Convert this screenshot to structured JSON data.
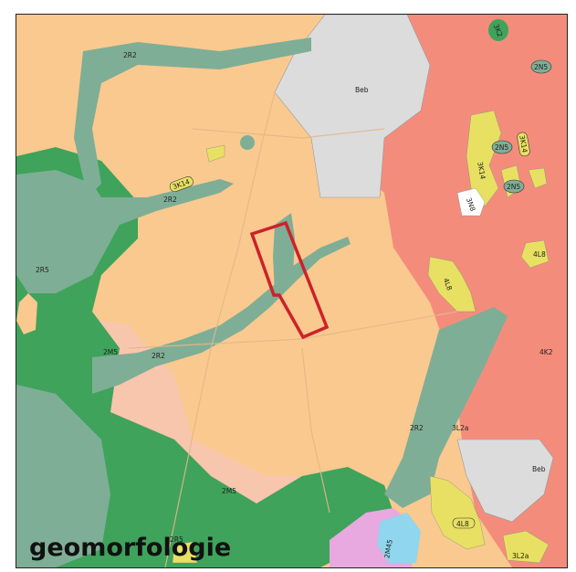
{
  "map": {
    "title": "geomorfologie",
    "colors": {
      "base": "#f9c98f",
      "valley": "#7fae96",
      "forest": "#3fa35b",
      "salmon": "#f48c7c",
      "pink": "#f8c6ad",
      "yellow": "#e8e062",
      "urban": "#dcdcdc",
      "outline": "#cc2229"
    },
    "labels": [
      {
        "id": "2r2-top",
        "text": "2R2"
      },
      {
        "id": "beb-top",
        "text": "Beb"
      },
      {
        "id": "3k2",
        "text": "3K2"
      },
      {
        "id": "2n5-a",
        "text": "2N5"
      },
      {
        "id": "3k14-a",
        "text": "3K14"
      },
      {
        "id": "2n5-b",
        "text": "2N5"
      },
      {
        "id": "3k14-b",
        "text": "3K14"
      },
      {
        "id": "2n5-c",
        "text": "2N5"
      },
      {
        "id": "3n8",
        "text": "3N8"
      },
      {
        "id": "3k14-c",
        "text": "3K14"
      },
      {
        "id": "2r2-mid",
        "text": "2R2"
      },
      {
        "id": "2r5",
        "text": "2R5"
      },
      {
        "id": "4l8-a",
        "text": "4L8"
      },
      {
        "id": "4l8-b",
        "text": "4L8"
      },
      {
        "id": "2m5-a",
        "text": "2M5"
      },
      {
        "id": "2r2-low",
        "text": "2R2"
      },
      {
        "id": "4k2",
        "text": "4K2"
      },
      {
        "id": "2r2-right",
        "text": "2R2"
      },
      {
        "id": "3l2a-a",
        "text": "3L2a"
      },
      {
        "id": "beb-bottom",
        "text": "Beb"
      },
      {
        "id": "2m5-b",
        "text": "2M5"
      },
      {
        "id": "4l8-c",
        "text": "4L8"
      },
      {
        "id": "2m45",
        "text": "2M45"
      },
      {
        "id": "3l2a-b",
        "text": "3L2a"
      },
      {
        "id": "2r5-bottom",
        "text": "2R5"
      }
    ]
  }
}
